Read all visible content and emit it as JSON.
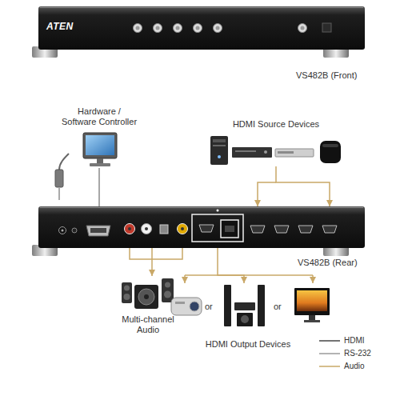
{
  "diagram": {
    "nodes": [
      {
        "text": [
          "ATEN",
          "VS482B (Front)"
        ]
      },
      {
        "text": [
          "Hardware / Software Controller"
        ]
      },
      {
        "text": [
          "HDMI Source Devices"
        ]
      },
      {
        "text": [
          "VS482B (Rear)"
        ]
      },
      {
        "text": [
          "Multi-channel Audio"
        ]
      },
      {
        "text": [
          "HDMI Output Devices"
        ]
      }
    ],
    "edges": [
      {
        "from": 1,
        "to": 3,
        "arrow": "none"
      },
      {
        "from": 2,
        "to": 3,
        "arrow": "to"
      },
      {
        "from": 3,
        "to": 4,
        "arrow": "to"
      },
      {
        "from": 3,
        "to": 5,
        "arrow": "to"
      }
    ],
    "labels": [
      "or",
      "or"
    ],
    "legend": [
      {
        "text": "HDMI"
      },
      {
        "text": "RS-232"
      },
      {
        "text": "Audio"
      }
    ]
  }
}
